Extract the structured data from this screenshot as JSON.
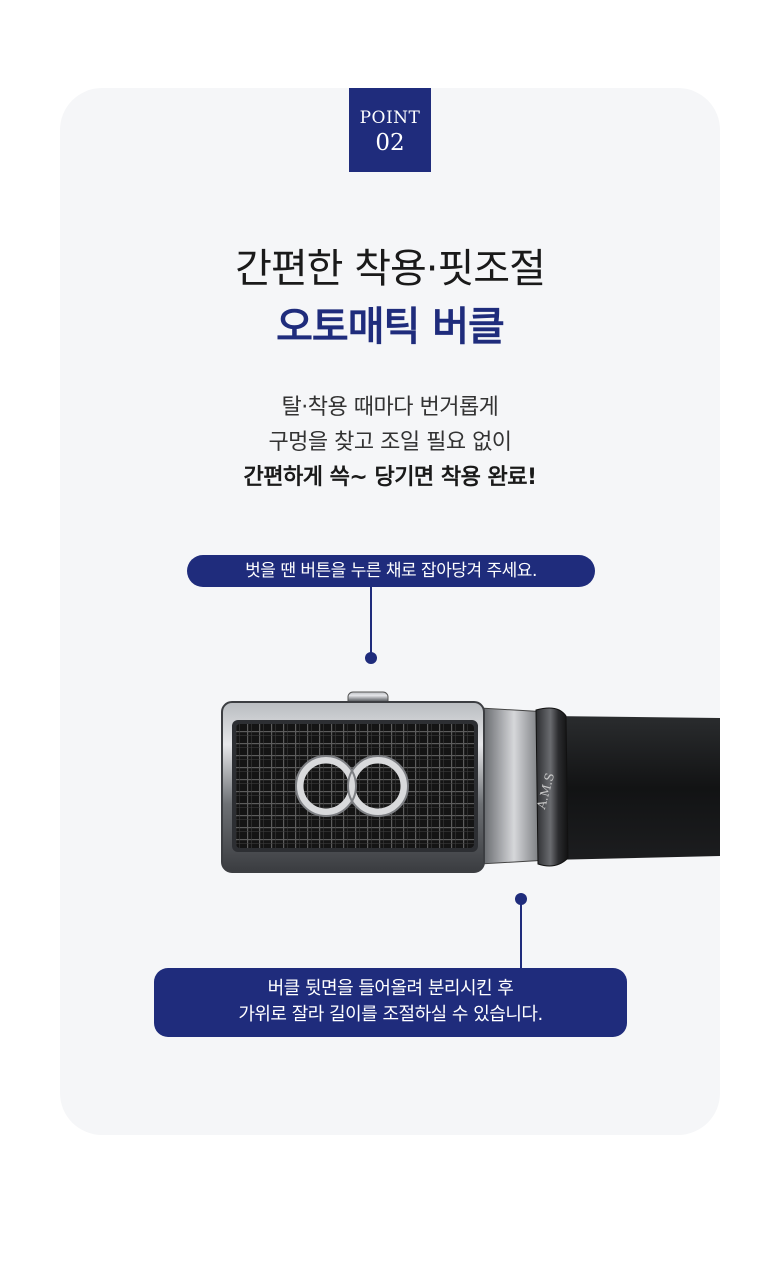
{
  "badge": {
    "word": "POINT",
    "number": "02"
  },
  "headline": {
    "line1": "간편한 착용·핏조절",
    "line2": "오토매틱 버클"
  },
  "description": {
    "line1": "탈·착용 때마다 번거롭게",
    "line2": "구멍을 찾고 조일 필요 없이",
    "line3": "간편하게 쓱~ 당기면 착용 완료!"
  },
  "callout_top": "벗을 땐 버튼을 누른 채로 잡아당겨 주세요.",
  "callout_bottom": {
    "line1": "버클 뒷면을 들어올려 분리시킨 후",
    "line2": "가위로 잘라 길이를 조절하실 수 있습니다."
  },
  "product": {
    "engraving": "A.M.S"
  },
  "colors": {
    "accent": "#1f2c7c",
    "card_bg": "#f5f6f8",
    "text": "#1a1a1a"
  }
}
